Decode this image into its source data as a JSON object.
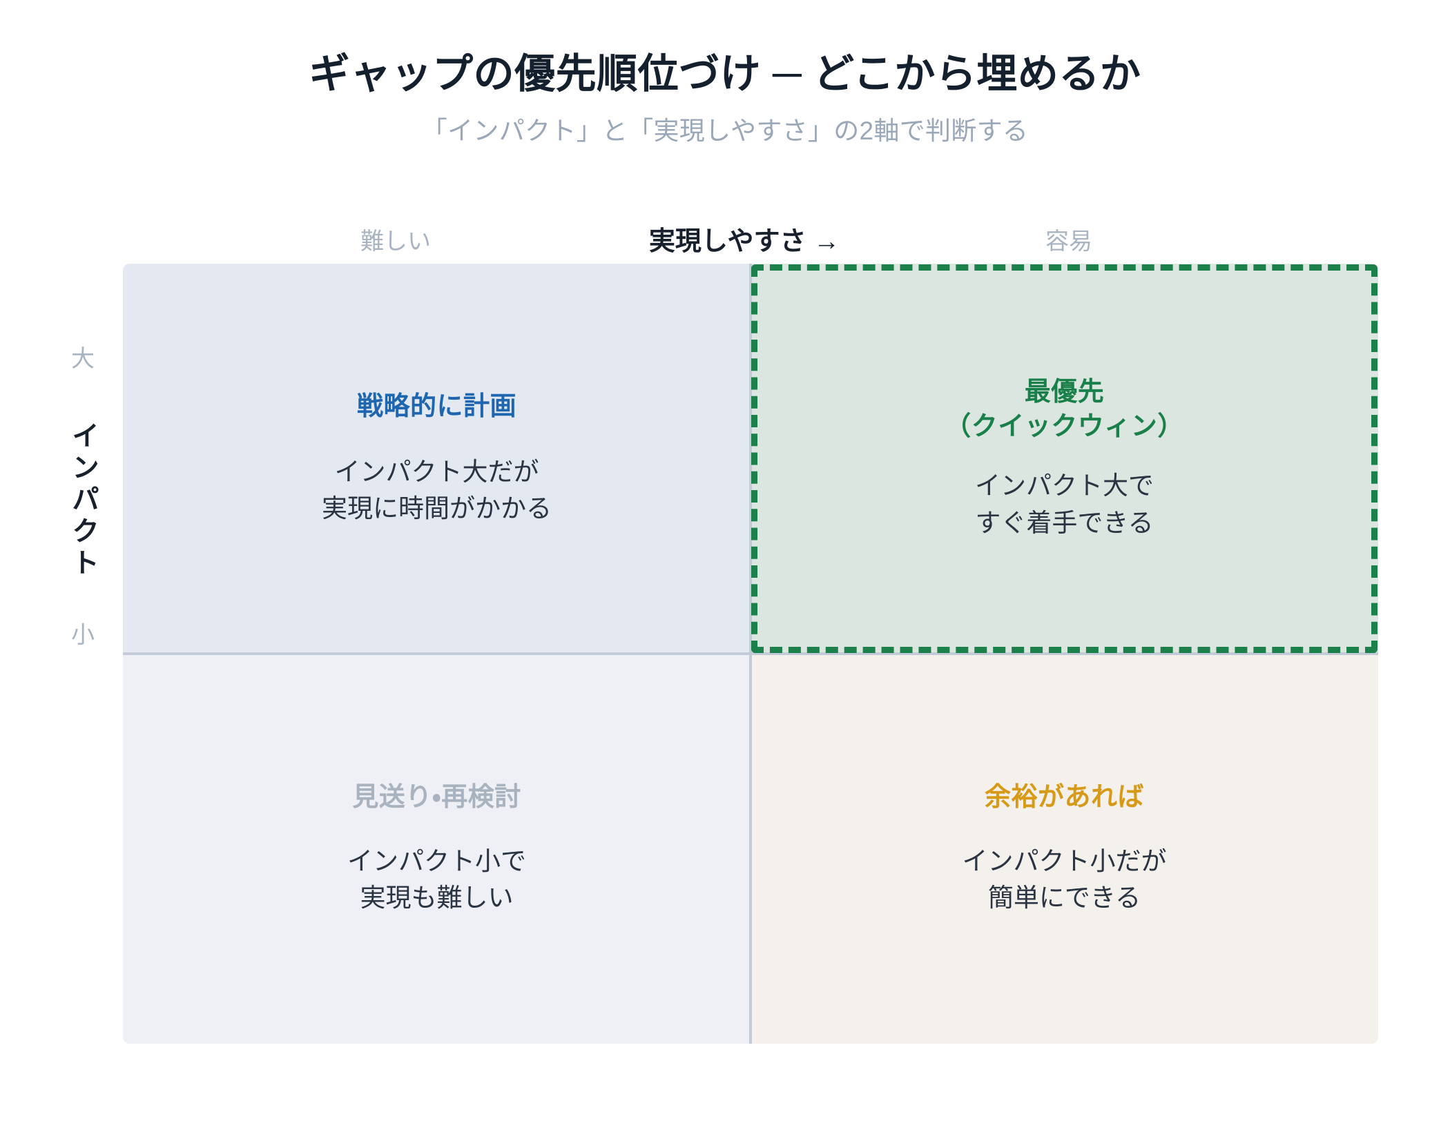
{
  "header": {
    "title": "ギャップの優先順位づけ ─ どこから埋めるか",
    "subtitle": "「インパクト」と「実現しやすさ」の2軸で判断する"
  },
  "axes": {
    "x": {
      "left_label": "難しい",
      "center_label": "実現しやすさ →",
      "right_label": "容易"
    },
    "y": {
      "top_label": "大",
      "main_label": "インパクト",
      "bottom_label": "小"
    }
  },
  "chart_data": {
    "type": "table",
    "title": "ギャップの優先順位づけ ─ どこから埋めるか",
    "subtitle": "「インパクト」と「実現しやすさ」の2軸で判断する",
    "xlabel": "実現しやすさ →",
    "ylabel": "インパクト",
    "x_ticks": [
      "難しい",
      "容易"
    ],
    "y_ticks": [
      "大",
      "小"
    ],
    "grid": true,
    "legend": "none",
    "quadrants": [
      {
        "position": "top-left",
        "impact": "大",
        "feasibility": "難しい",
        "title": "戦略的に計画",
        "description": "インパクト大だが\n実現に時間がかかる",
        "fill": "#e4e8f1",
        "title_color": "#1f66b0",
        "highlighted": false
      },
      {
        "position": "top-right",
        "impact": "大",
        "feasibility": "容易",
        "title": "最優先\n（クイックウィン）",
        "description": "インパクト大で\nすぐ着手できる",
        "fill": "#dce6e1",
        "title_color": "#19804a",
        "highlighted": true,
        "highlight_color": "#1b8049",
        "highlight_style": "dashed"
      },
      {
        "position": "bottom-left",
        "impact": "小",
        "feasibility": "難しい",
        "title": "見送り・再検討",
        "description": "インパクト小で\n実現も難しい",
        "fill": "#eef0f5",
        "title_color": "#a9b2bf",
        "highlighted": false
      },
      {
        "position": "bottom-right",
        "impact": "小",
        "feasibility": "容易",
        "title": "余裕があれば",
        "description": "インパクト小だが\n簡単にできる",
        "fill": "#f4f1ec",
        "title_color": "#d79a18",
        "highlighted": false
      }
    ]
  },
  "colors": {
    "title": "#15202e",
    "subtitle": "#9aa7b8",
    "muted": "#a9b4c2",
    "divider": "#c3cbd8",
    "accent_green": "#1b8049",
    "accent_blue": "#1f66b0",
    "accent_amber": "#d79a18",
    "accent_gray": "#a9b2bf",
    "background": "#ffffff"
  }
}
